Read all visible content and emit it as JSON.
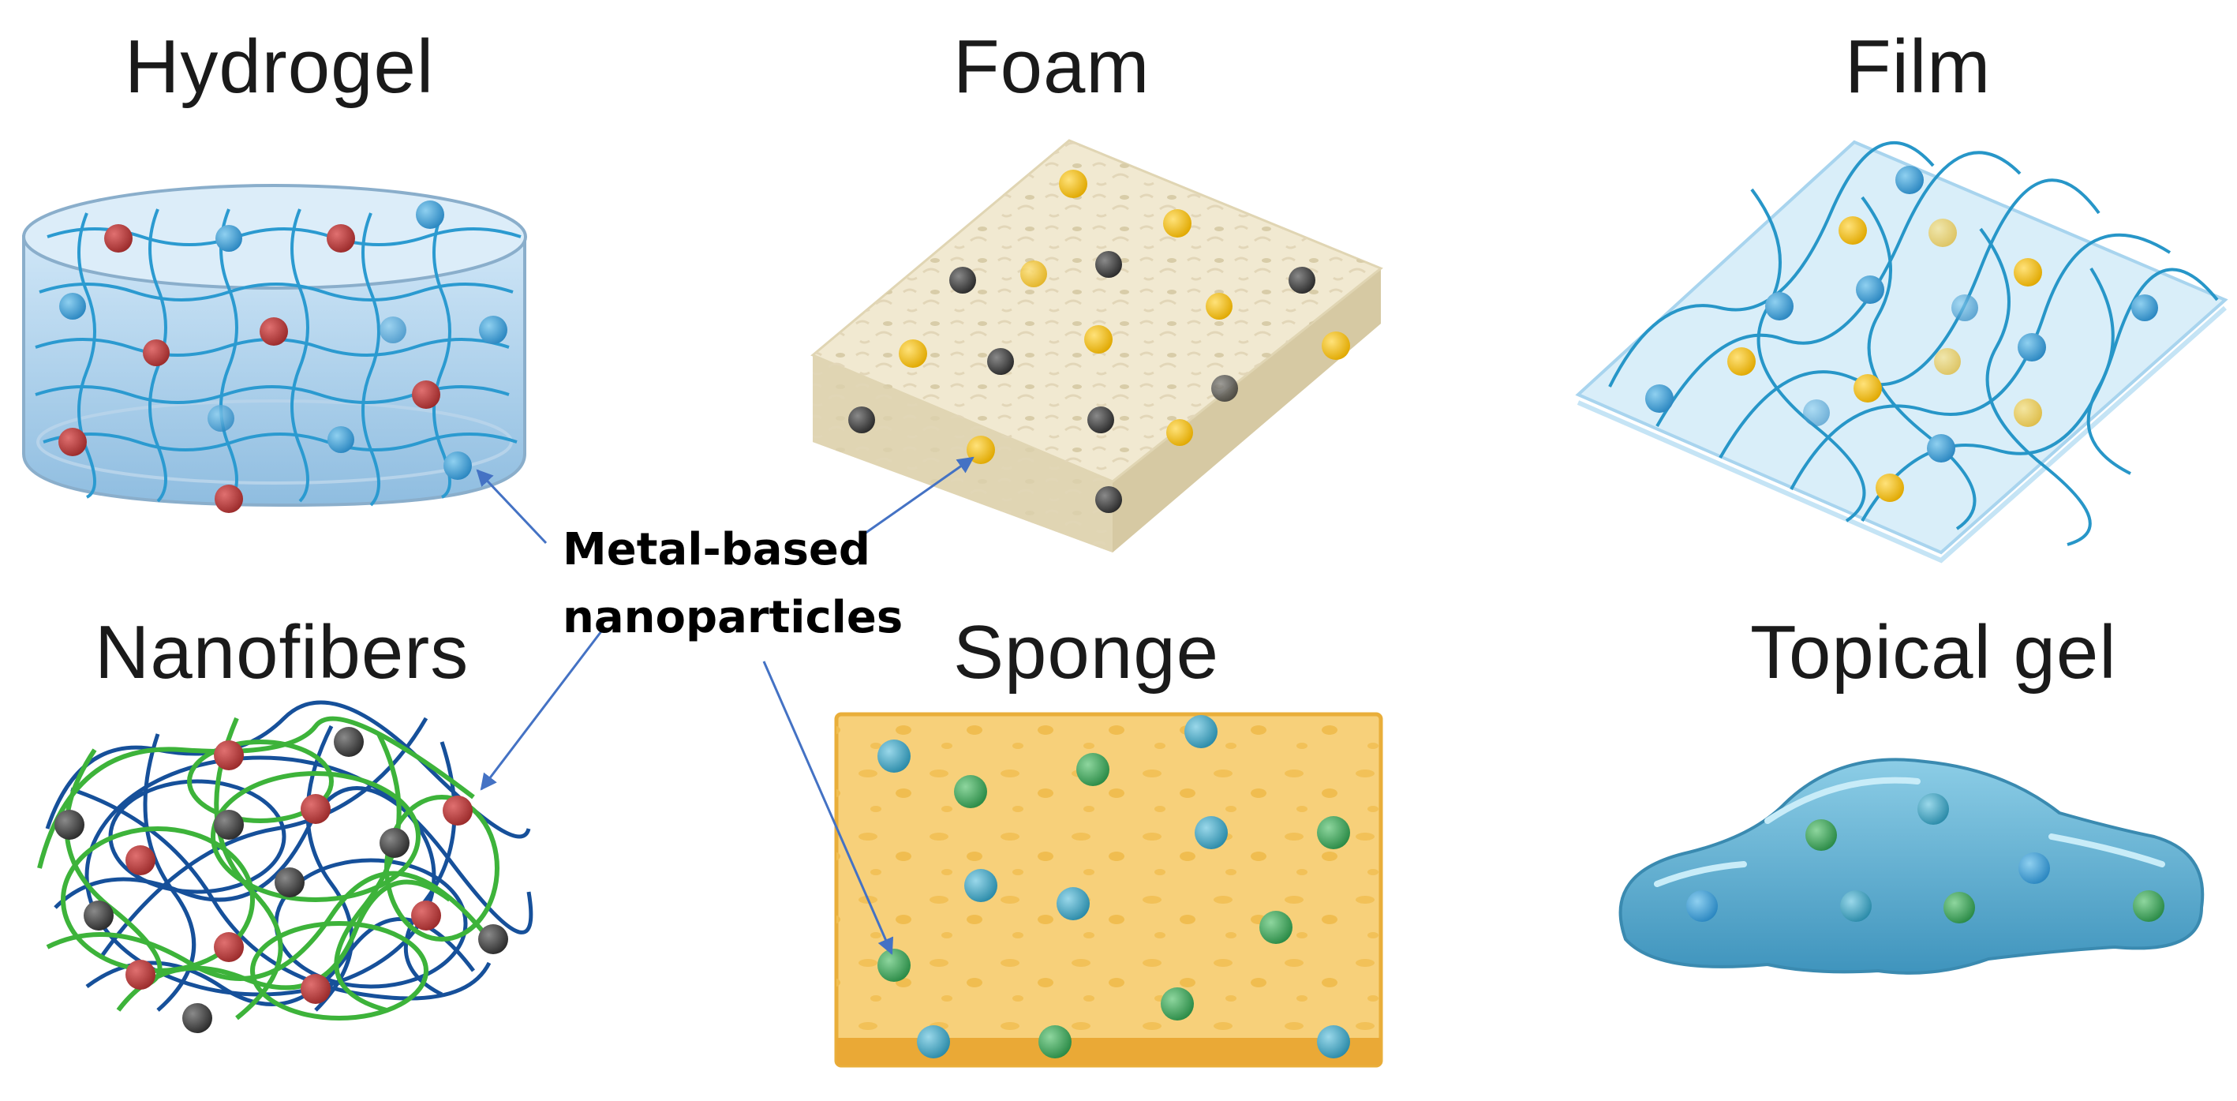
{
  "titles": {
    "hydrogel": "Hydrogel",
    "foam": "Foam",
    "film": "Film",
    "nanofibers": "Nanofibers",
    "sponge": "Sponge",
    "topical_gel": "Topical gel"
  },
  "annotation": {
    "line1": "Metal-based",
    "line2": "nanoparticles"
  },
  "colors": {
    "arrow": "#4472c4",
    "red_particle": "#b23a3a",
    "blue_particle": "#3a9fd6",
    "yellow_particle": "#f0c020",
    "dark_particle": "#3c3c3c",
    "green_particle": "#3aa05a",
    "teal_particle": "#3a9ab8"
  }
}
